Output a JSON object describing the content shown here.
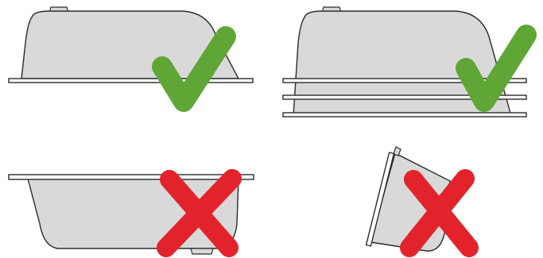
{
  "examples": [
    {
      "id": "tub-upside-down-on-rail",
      "result": "correct",
      "icon": "check-mark-icon"
    },
    {
      "id": "tub-upside-down-on-rack",
      "result": "correct",
      "icon": "check-mark-icon"
    },
    {
      "id": "tub-upright-on-rail",
      "result": "incorrect",
      "icon": "cross-mark-icon"
    },
    {
      "id": "tub-tilted-on-edge",
      "result": "incorrect",
      "icon": "cross-mark-icon"
    }
  ],
  "colors": {
    "correct": "#5fa637",
    "incorrect": "#e3232b",
    "tub_fill": "#d9d9d9",
    "outline": "#2b2b2b"
  }
}
